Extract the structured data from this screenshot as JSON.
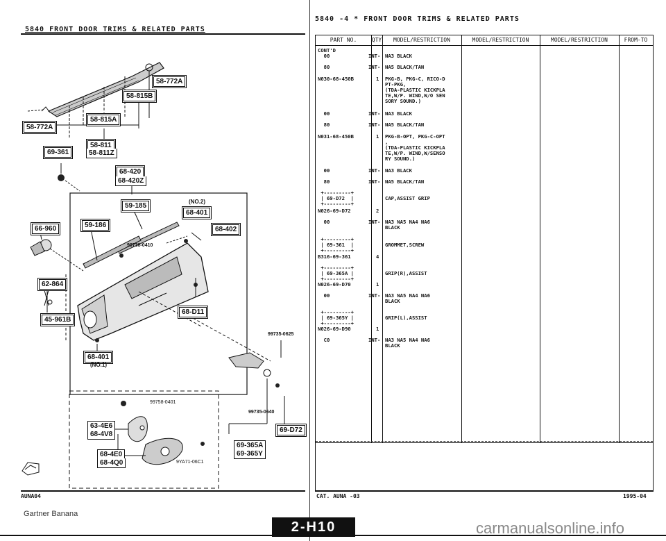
{
  "left_header": "5840   FRONT DOOR TRIMS & RELATED PARTS",
  "right_header": "5840  -4 *  FRONT DOOR TRIMS & RELATED PARTS",
  "columns": [
    "PART NO.",
    "QTY",
    "MODEL/RESTRICTION",
    "MODEL/RESTRICTION",
    "MODEL/RESTRICTION",
    "FROM-TO"
  ],
  "rows": [
    {
      "part": "CONT'D",
      "qty": "",
      "desc": ""
    },
    {
      "part": "  00",
      "qty": "INT-",
      "desc": "NA3 BLACK"
    },
    {
      "part": "  80",
      "qty": "INT-",
      "desc": "NA5 BLACK/TAN"
    },
    {
      "part": "N030-68-450B",
      "qty": "1",
      "desc": "PKG-B, PKG-C, RICO-D\nPT-PKG,\n(TDA-PLASTIC KICKPLA\nTE,W/P. WIND,W/O SEN\nSORY SOUND.)"
    },
    {
      "part": "  00",
      "qty": "INT-",
      "desc": "NA3 BLACK"
    },
    {
      "part": "  80",
      "qty": "INT-",
      "desc": "NA5 BLACK/TAN"
    },
    {
      "part": "N031-68-450B",
      "qty": "1",
      "desc": "PKG-B-OPT, PKG-C-OPT\n,\n(TDA-PLASTIC KICKPLA\nTE,W/P. WIND,W/SENSO\nRY SOUND.)"
    },
    {
      "part": "  00",
      "qty": "INT-",
      "desc": "NA3 BLACK"
    },
    {
      "part": "  80",
      "qty": "INT-",
      "desc": "NA5 BLACK/TAN"
    },
    {
      "part": " +---------+\n | 69-D72  |\n +---------+",
      "qty": "",
      "desc": "CAP,ASSIST GRIP"
    },
    {
      "part": "N026-69-D72",
      "qty": "2",
      "desc": ""
    },
    {
      "part": "  00",
      "qty": "INT-",
      "desc": "NA3 NA5 NA4 NA6\nBLACK"
    },
    {
      "part": " +---------+\n | 69-361  |\n +---------+",
      "qty": "",
      "desc": "GROMMET,SCREW"
    },
    {
      "part": "B316-69-361",
      "qty": "4",
      "desc": ""
    },
    {
      "part": " +---------+\n | 69-365A |\n +---------+",
      "qty": "",
      "desc": "GRIP(R),ASSIST"
    },
    {
      "part": "N026-69-D70",
      "qty": "1",
      "desc": ""
    },
    {
      "part": "  00",
      "qty": "INT-",
      "desc": "NA3 NA5 NA4 NA6\nBLACK"
    },
    {
      "part": " +---------+\n | 69-365Y |\n +---------+",
      "qty": "",
      "desc": "GRIP(L),ASSIST"
    },
    {
      "part": "N026-69-D90",
      "qty": "1",
      "desc": ""
    },
    {
      "part": "  C0",
      "qty": "INT-",
      "desc": "NA3 NA5 NA4 NA6\nBLACK"
    }
  ],
  "labels": {
    "l1": "58-772A",
    "l2": "58-815B",
    "l3": "58-815A",
    "l4": "58-772A",
    "l5": "58-811",
    "l6": "58-811Z",
    "l7": "69-361",
    "l8": "68-420",
    "l9": "68-420Z",
    "l10": "59-185",
    "l11": "(NO.2)",
    "l12": "68-401",
    "l13": "68-402",
    "l14": "66-960",
    "l15": "59-186",
    "l16": "99738-0410",
    "l17": "62-864",
    "l18": "45-961B",
    "l19": "68-D11",
    "l20": "68-401",
    "l21": "(NO.1)",
    "l22": "99735-0625",
    "l23": "99735-0640",
    "l24": "69-D72",
    "l25": "69-365A",
    "l26": "69-365Y",
    "l27": "99758-0401",
    "l28": "63-4E6",
    "l29": "68-4V8",
    "l30": "68-4E0",
    "l31": "68-4Q0",
    "l32": "9YA71-06C1"
  },
  "footer_left": "AUNA04",
  "footer_mid": "CAT. AUNA  -03",
  "footer_right": "1995-04",
  "footer_logo": "2-H10",
  "watermark_left": "Gartner Banana",
  "watermark_right": "carmanualsonline.info"
}
